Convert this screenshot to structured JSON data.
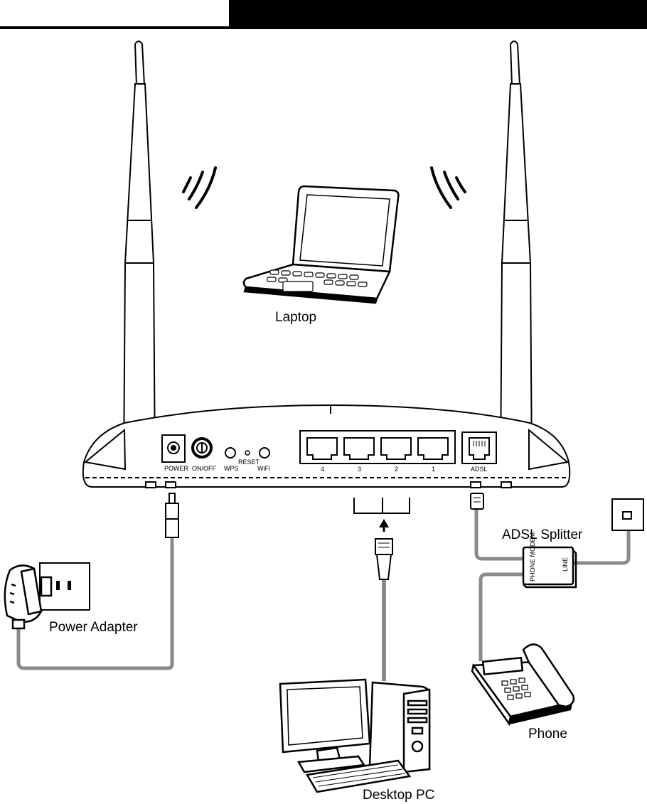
{
  "labels": {
    "laptop": "Laptop",
    "power_adapter": "Power Adapter",
    "adsl_splitter": "ADSL Splitter",
    "phone": "Phone",
    "desktop_pc": "Desktop PC"
  },
  "router_ports": {
    "power": "POWER",
    "on_off": "ON/OFF",
    "wps": "WPS",
    "reset": "RESET",
    "wifi": "WiFi",
    "lan4": "4",
    "lan3": "3",
    "lan2": "2",
    "lan1": "1",
    "adsl": "ADSL"
  },
  "splitter_ports": {
    "phone_modem": "PHONE MODEM",
    "line": "LINE"
  },
  "colors": {
    "cable": "#8a8a8a",
    "ink": "#000000",
    "fill": "#ffffff"
  }
}
